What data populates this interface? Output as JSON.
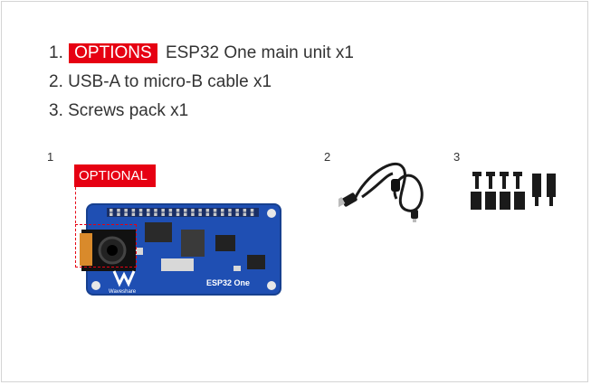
{
  "list": {
    "item1": {
      "number": "1.",
      "tag": "OPTIONS",
      "text": "ESP32 One main unit x1"
    },
    "item2": {
      "text": "2. USB-A to micro-B cable x1"
    },
    "item3": {
      "text": "3. Screws pack x1"
    }
  },
  "items": [
    {
      "number": "1"
    },
    {
      "number": "2"
    },
    {
      "number": "3"
    }
  ],
  "optional_label": "OPTIONAL",
  "board": {
    "brand": "Waveshare",
    "label": "ESP32 One"
  },
  "colors": {
    "accent": "#e60012",
    "board": "#1f4fb3",
    "text": "#333333",
    "border": "#d4d4d4"
  }
}
